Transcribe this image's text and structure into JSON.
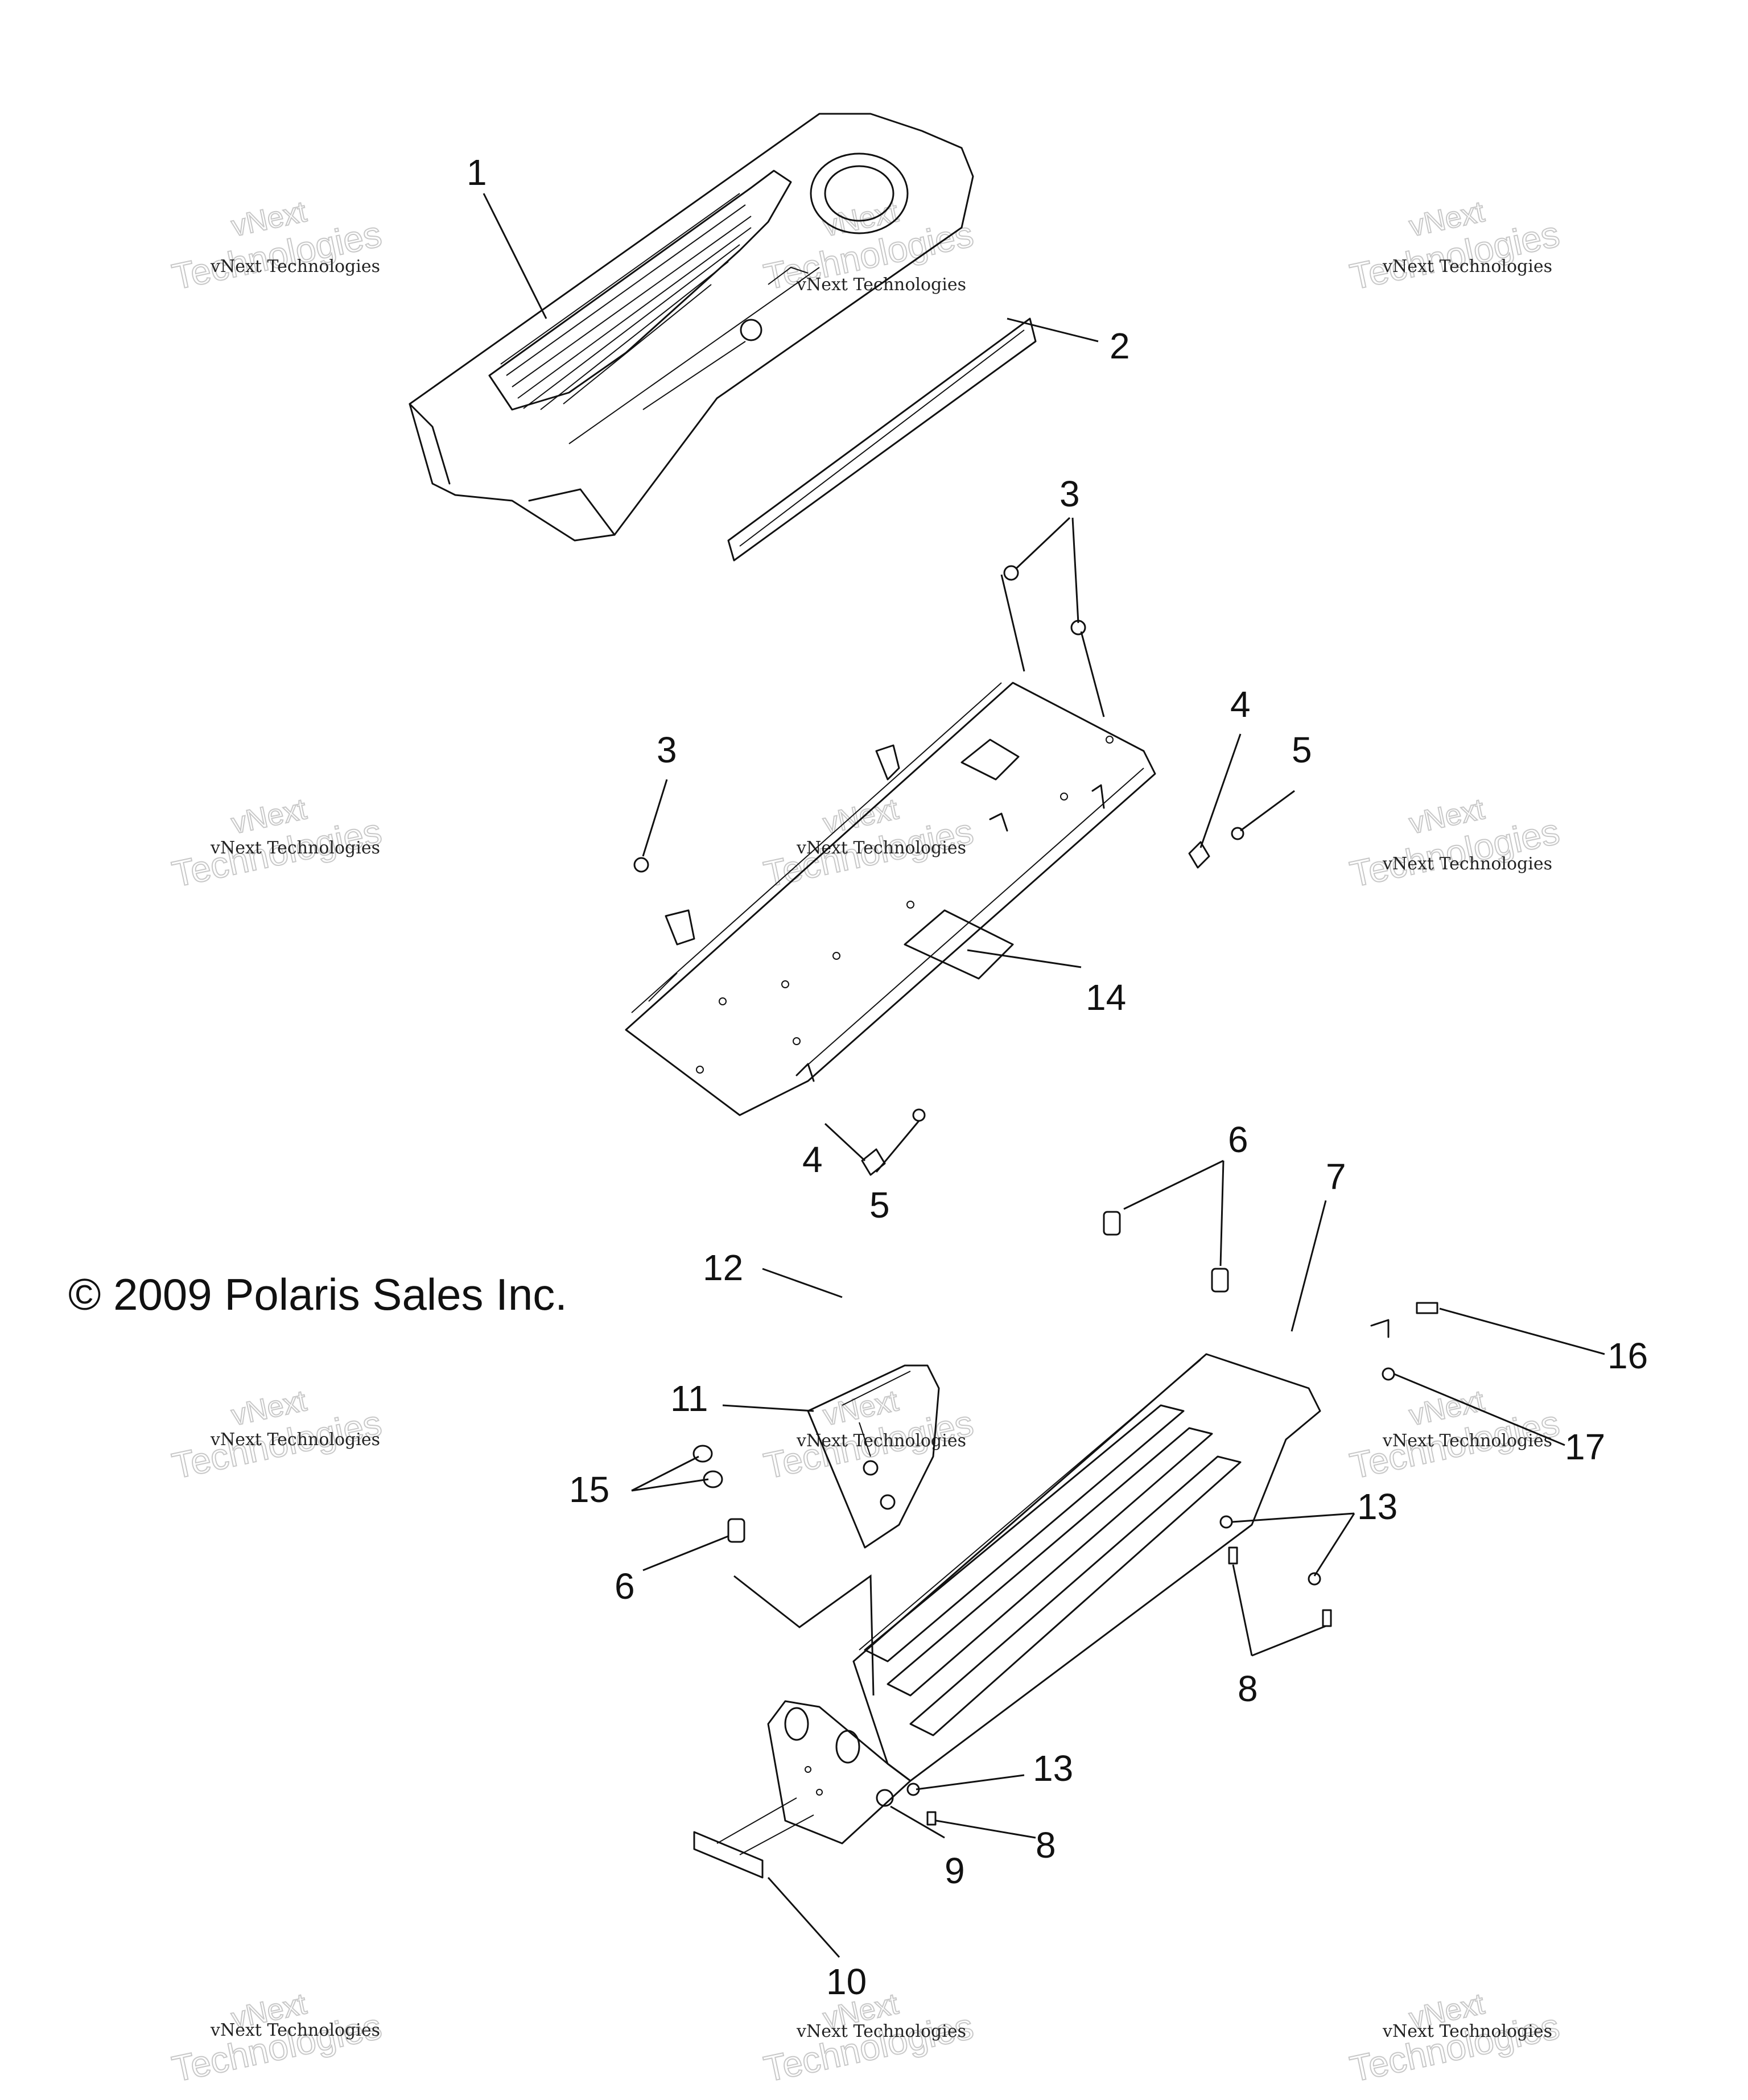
{
  "copyright": "© 2009 Polaris Sales Inc.",
  "watermark": {
    "small": "vNext Technologies",
    "large": "Technologies",
    "top": "vNext"
  },
  "callouts": [
    "1",
    "2",
    "3",
    "3",
    "4",
    "5",
    "14",
    "4",
    "5",
    "6",
    "7",
    "12",
    "11",
    "15",
    "6",
    "16",
    "17",
    "13",
    "8",
    "13",
    "8",
    "9",
    "10"
  ]
}
